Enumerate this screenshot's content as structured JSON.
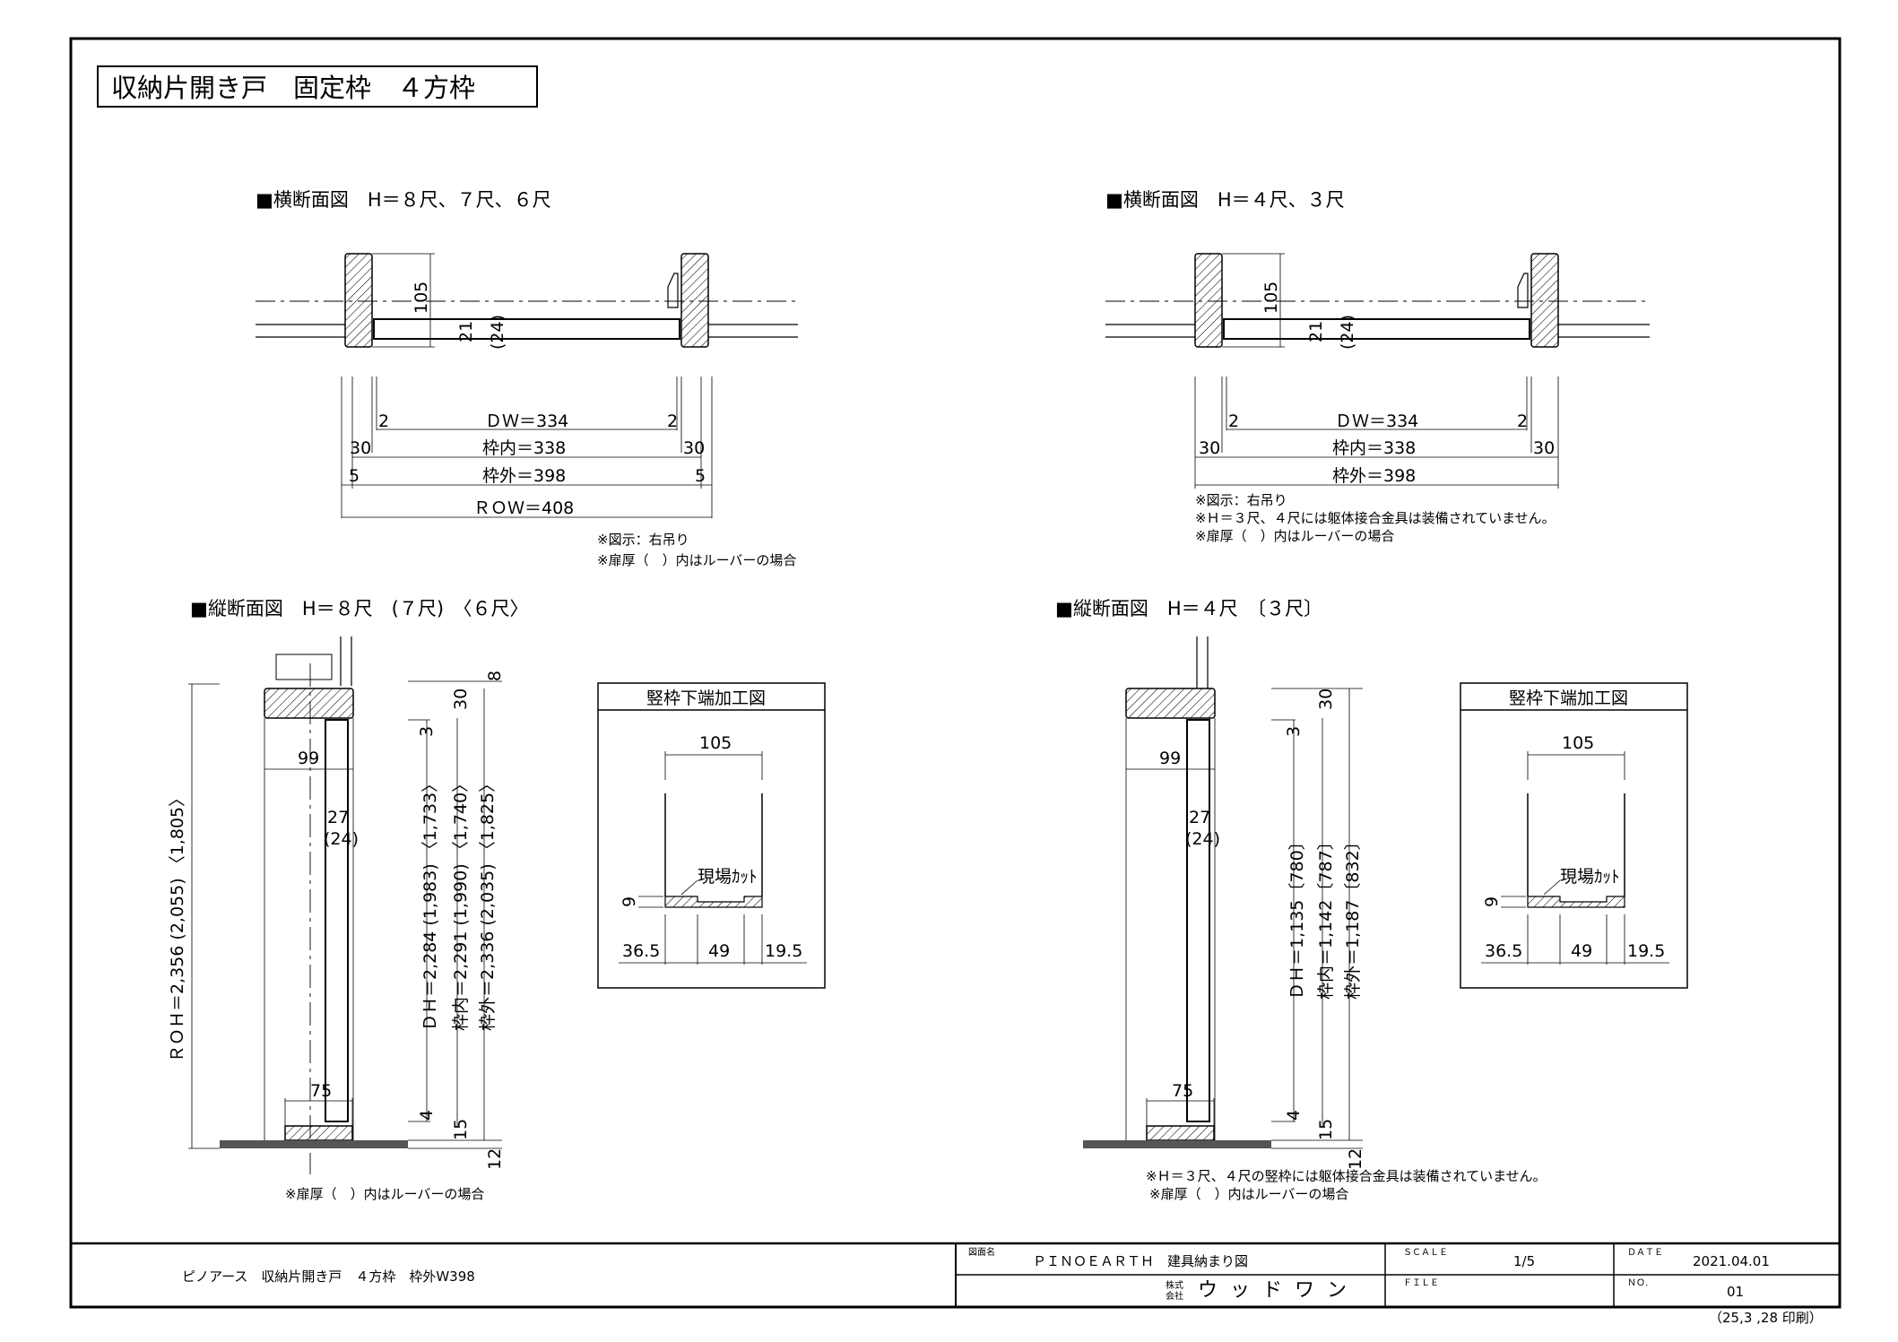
{
  "title": "収納片開き戸　固定枠　４方枠",
  "plan_left": {
    "heading": "■横断面図　H＝８尺、７尺、６尺",
    "depth": "105",
    "leaf": "21",
    "leaf_louver": "(24)",
    "dims": {
      "dw": "ＤＷ＝334",
      "dw_gap_l": "2",
      "dw_gap_r": "2",
      "inner": "枠内＝338",
      "inner_l": "30",
      "inner_r": "30",
      "outer": "枠外＝398",
      "outer_l": "5",
      "outer_r": "5",
      "row": "ＲＯＷ＝408"
    },
    "notes": [
      "※図示：右吊り",
      "※扉厚（　）内はルーバーの場合"
    ]
  },
  "plan_right": {
    "heading": "■横断面図　H＝４尺、３尺",
    "depth": "105",
    "leaf": "21",
    "leaf_louver": "(24)",
    "dims": {
      "dw": "ＤＷ＝334",
      "dw_gap_l": "2",
      "dw_gap_r": "2",
      "inner": "枠内＝338",
      "inner_l": "30",
      "inner_r": "30",
      "outer": "枠外＝398"
    },
    "notes": [
      "※図示：右吊り",
      "※Ｈ＝３尺、４尺には躯体接合金具は装備されていません。",
      "※扉厚（　）内はルーバーの場合"
    ]
  },
  "section_left": {
    "heading": "■縦断面図　H＝８尺　(７尺)　〈６尺〉",
    "roh": "ＲＯＨ＝2,356 (2,055) 〈1,805〉",
    "dh": "ＤＨ＝2,284 (1,983) 〈1,733〉",
    "inner": "枠内＝2,291 (1,990) 〈1,740〉",
    "outer": "枠外＝2,336 (2,035) 〈1,825〉",
    "frame_w": "99",
    "leaf": "27",
    "leaf_louver": "(24)",
    "sill_w": "75",
    "top_gap": "3",
    "bottom_gap": "4",
    "head": "30",
    "sill": "15",
    "top_ext": "8",
    "floor": "12",
    "note": "※扉厚（　）内はルーバーの場合"
  },
  "section_right": {
    "heading": "■縦断面図　H＝４尺　〔３尺〕",
    "dh": "ＤＨ＝1,135〔780〕",
    "inner": "枠内＝1,142〔787〕",
    "outer": "枠外＝1,187〔832〕",
    "frame_w": "99",
    "leaf": "27",
    "leaf_louver": "(24)",
    "sill_w": "75",
    "top_gap": "3",
    "bottom_gap": "4",
    "head": "30",
    "sill": "15",
    "floor": "12",
    "notes": [
      "※Ｈ＝３尺、４尺の竪枠には躯体接合金具は装備されていません。",
      "※扉厚（　）内はルーバーの場合"
    ]
  },
  "detail": {
    "title": "竪枠下端加工図",
    "width": "105",
    "cut": "現場ｶｯﾄ",
    "depth": "9",
    "a": "36.5",
    "b": "49",
    "c": "19.5"
  },
  "title_block": {
    "product": "ピノアース　収納片開き戸　４方枠　枠外W398",
    "drawing_label": "図面名",
    "drawing_name": "ＰＩＮＯＥＡＲＴＨ　建具納まり図",
    "company_prefix_top": "株式",
    "company_prefix_bottom": "会社",
    "company": "ウッドワン",
    "scale_label": "ＳＣＡＬＥ",
    "scale": "1/5",
    "file_label": "ＦＩＬＥ",
    "date_label": "ＤＡＴＥ",
    "date": "2021.04.01",
    "no_label": "ＮＯ.",
    "no": "01"
  },
  "print_stamp": "（25,3 ,28 印刷）"
}
